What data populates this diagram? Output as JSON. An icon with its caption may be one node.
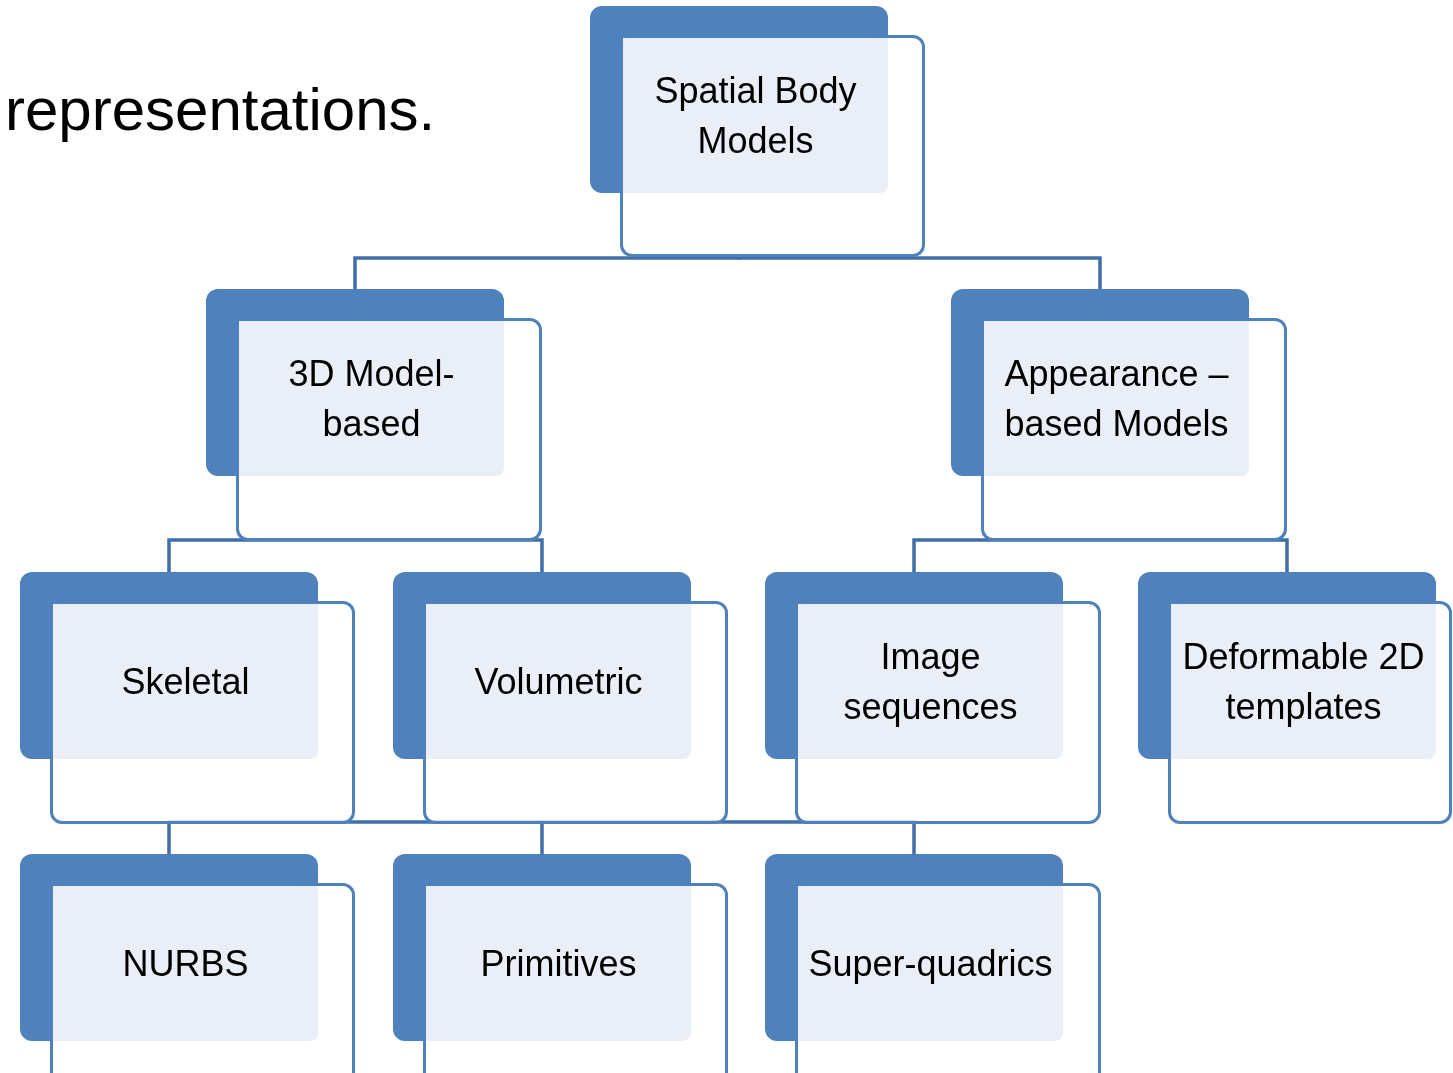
{
  "diagram": {
    "nodes": [
      {
        "text": [
          "Spatial Body Models"
        ]
      },
      {
        "text": [
          "3D Model-based"
        ]
      },
      {
        "text": [
          "Appearance – based Models"
        ]
      },
      {
        "text": [
          "Skeletal"
        ]
      },
      {
        "text": [
          "Volumetric"
        ]
      },
      {
        "text": [
          "Image sequences"
        ]
      },
      {
        "text": [
          "Deformable 2D templates"
        ]
      },
      {
        "text": [
          "NURBS"
        ]
      },
      {
        "text": [
          "Primitives"
        ]
      },
      {
        "text": [
          "Super-quadrics"
        ]
      }
    ],
    "edges": [
      {
        "from": 0,
        "to": 1,
        "arrow": "none"
      },
      {
        "from": 0,
        "to": 2,
        "arrow": "none"
      },
      {
        "from": 1,
        "to": 3,
        "arrow": "none"
      },
      {
        "from": 1,
        "to": 4,
        "arrow": "none"
      },
      {
        "from": 2,
        "to": 5,
        "arrow": "none"
      },
      {
        "from": 2,
        "to": 6,
        "arrow": "none"
      },
      {
        "from": 4,
        "to": 7,
        "arrow": "none"
      },
      {
        "from": 4,
        "to": 8,
        "arrow": "none"
      },
      {
        "from": 4,
        "to": 9,
        "arrow": "none"
      }
    ],
    "labels": [
      "representations."
    ]
  }
}
